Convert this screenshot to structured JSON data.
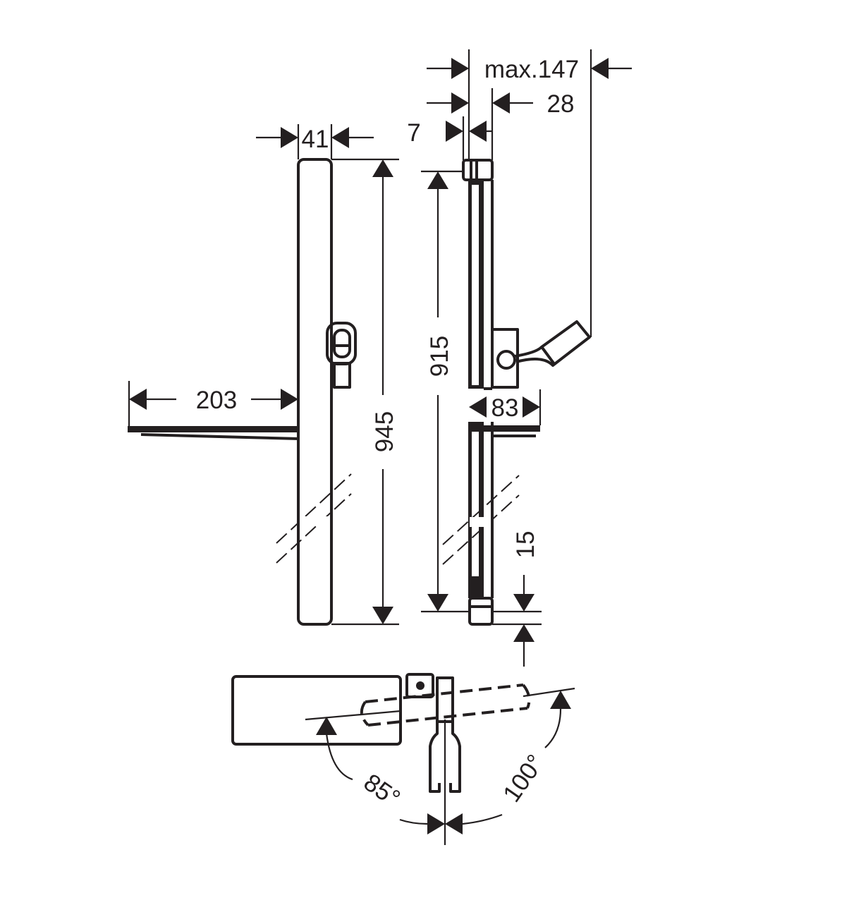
{
  "dimensions": {
    "max_depth": "max.147",
    "holder_offset": "28",
    "bar_offset": "7",
    "bar_width": "41",
    "shelf_length": "203",
    "total_height": "945",
    "bar_height": "915",
    "shelf_depth": "83",
    "bottom_offset": "15",
    "angle_left": "85°",
    "angle_right": "100°"
  },
  "colors": {
    "line": "#231f20",
    "background": "#ffffff"
  }
}
